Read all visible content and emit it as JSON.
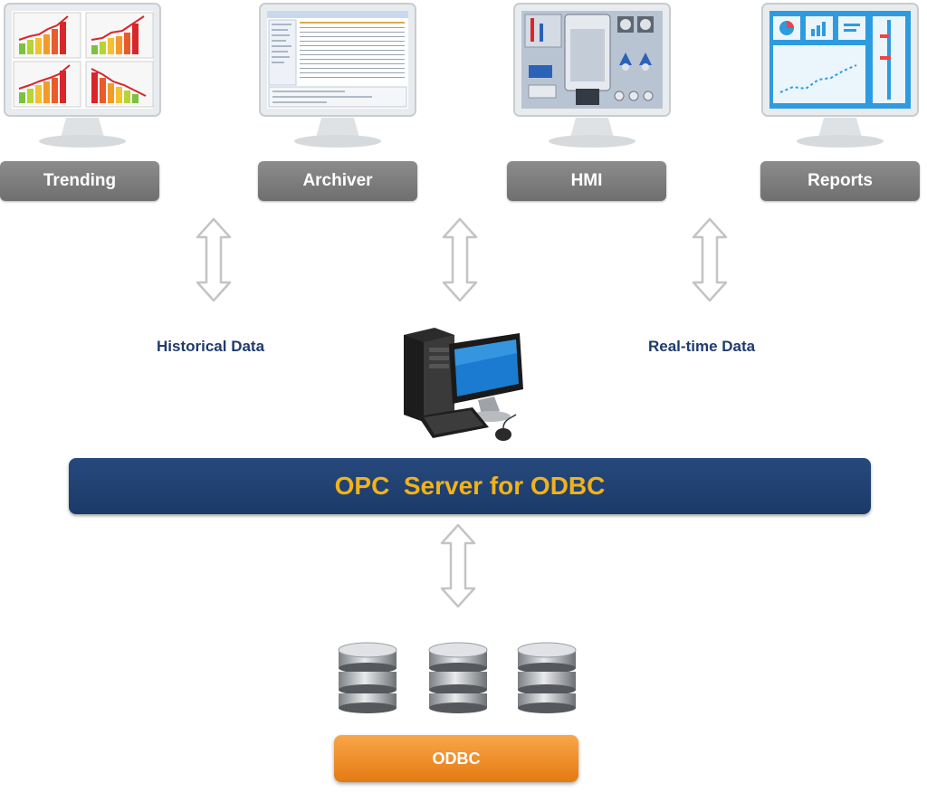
{
  "clients": [
    {
      "label": "Trending",
      "screen-icon": "trend-charts-icon"
    },
    {
      "label": "Archiver",
      "screen-icon": "archive-table-icon"
    },
    {
      "label": "HMI",
      "screen-icon": "hmi-process-icon"
    },
    {
      "label": "Reports",
      "screen-icon": "report-dashboard-icon"
    }
  ],
  "labels": {
    "historical": "Historical Data",
    "realtime": "Real-time Data"
  },
  "server": {
    "title": "OPC  Server for ODBC",
    "icon": "desktop-computer-icon"
  },
  "database": {
    "label": "ODBC",
    "icon": "database-icon"
  },
  "colors": {
    "server_bar": "#1f4273",
    "server_text": "#f2b21a",
    "label_btn": "#7a7a7a",
    "odbc_btn": "#f08c28",
    "data_label": "#1f3b6e",
    "arrow": "#c8c8c8"
  }
}
